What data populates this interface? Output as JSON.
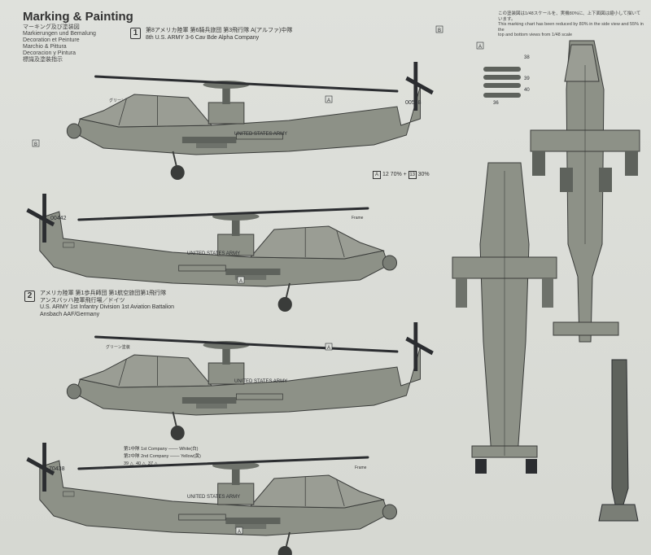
{
  "header": {
    "title": "Marking & Painting",
    "languages": [
      "マーキング及び塗装図",
      "Markierungen und Bemalung",
      "Decoration et Peinture",
      "Marchio & Pittura",
      "Decoracion y Pintura",
      "標識及塗裝指示"
    ]
  },
  "note_text": [
    "この塗装図は1/48スケールを、実機80%に、上下面図は縮小して描いています。",
    "This marking chart has been reduced by 80% in the side view and 55% in the",
    "top and bottom views from 1/48 scale"
  ],
  "schemes": [
    {
      "number": "1",
      "jp": "第8アメリカ陸軍 第6騎兵旅団 第3飛行隊 A(アルファ)中隊",
      "en": [
        "8th U.S. ARMY 3-6 Cav Bde Alpha Company"
      ]
    },
    {
      "number": "2",
      "jp": "アメリカ陸軍 第1歩兵師団 第1航空旅団第1飛行隊",
      "jp2": "アンスバッハ陸軍飛行場／ドイツ",
      "en": [
        "U.S. ARMY 1st Infantry Division 1st Aviation Battalion",
        "Ansbach AAF/Germany"
      ]
    }
  ],
  "paint_ratio": {
    "label": "A",
    "text1": "12 70% + ",
    "text2": "30%",
    "code": "13"
  },
  "legend": {
    "rows": [
      "第1中隊 1st Company ─── White(白)",
      "第2中隊 2nd Company ─── Yellow(黄)"
    ],
    "marks": [
      "39",
      "40",
      "37"
    ]
  },
  "fuselage_text": "UNITED STATES ARMY",
  "serials": [
    "00548",
    "00442",
    "70438"
  ],
  "part_labels": [
    "A",
    "B",
    "38",
    "39",
    "40",
    "36"
  ],
  "callouts": {
    "top": "グリーン塗装",
    "side": "Frame"
  },
  "colors": {
    "paper": "#dcded9",
    "olive": "#8d9187",
    "olive_dark": "#5e625c",
    "line": "#3a3c3a",
    "dark": "#2b2d30"
  }
}
